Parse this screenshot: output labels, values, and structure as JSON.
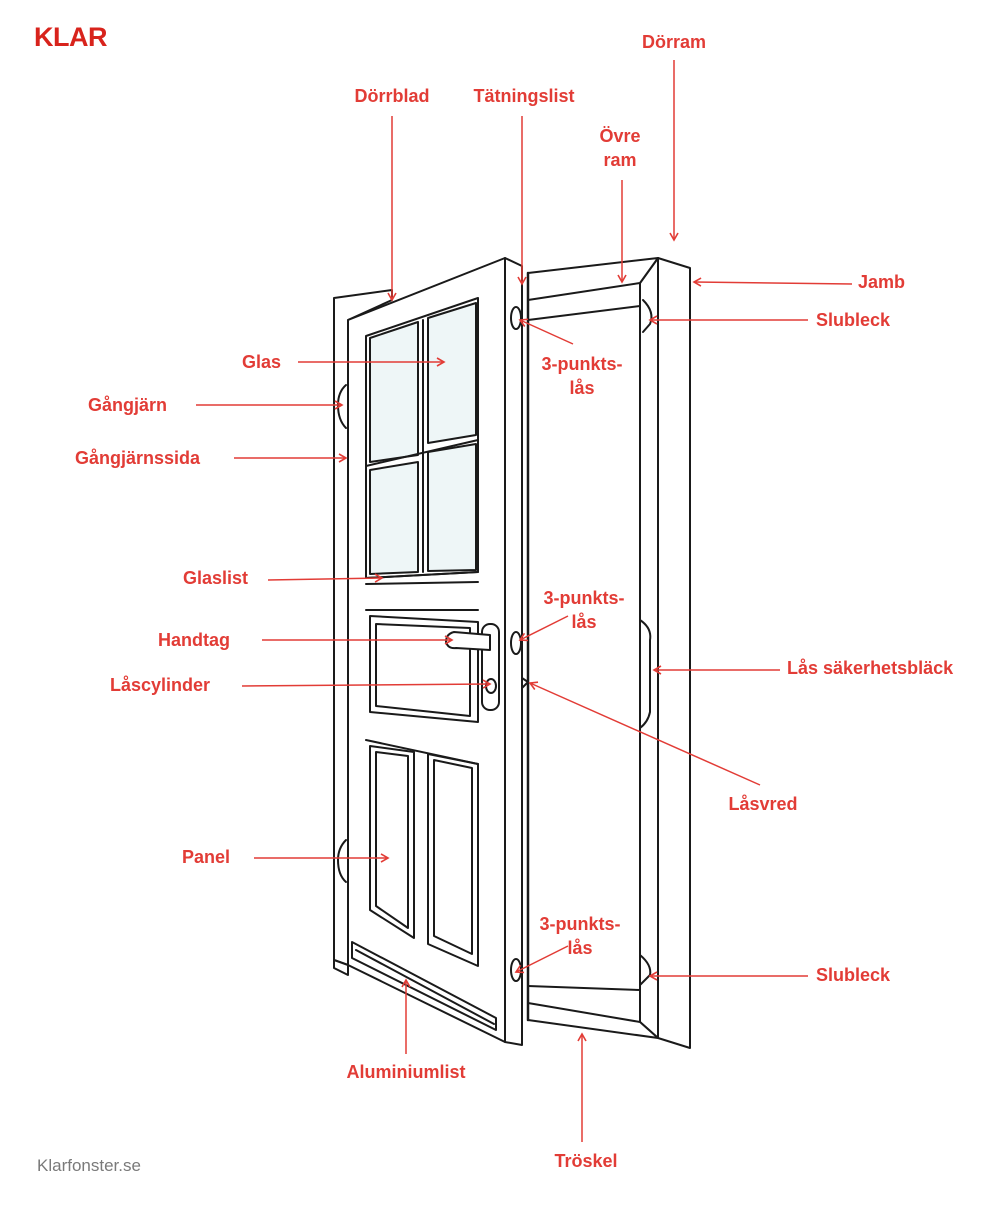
{
  "brand": {
    "logo": "KLAR",
    "site": "Klarfonster.se"
  },
  "accent_color": "#e23c36",
  "line_color": "#1a1a1a",
  "glass_color": "#eef6f7",
  "labels": {
    "dorrram": "Dörram",
    "dorrblad": "Dörrblad",
    "tatningslist": "Tätningslist",
    "ovre_ram_1": "Övre",
    "ovre_ram_2": "ram",
    "jamb": "Jamb",
    "slubleck_top": "Slubleck",
    "glas": "Glas",
    "gangjarn": "Gångjärn",
    "gangjarnssida": "Gångjärnssida",
    "punktlas_top_1": "3-punkts-",
    "punktlas_top_2": "lås",
    "glaslist": "Glaslist",
    "punktlas_mid_1": "3-punkts-",
    "punktlas_mid_2": "lås",
    "handtag": "Handtag",
    "las_sakerhetsblack": "Lås säkerhetsbläck",
    "lascylinder": "Låscylinder",
    "lasvred": "Låsvred",
    "panel": "Panel",
    "punktlas_bot_1": "3-punkts-",
    "punktlas_bot_2": "lås",
    "slubleck_bottom": "Slubleck",
    "aluminiumlist": "Aluminiumlist",
    "troskel": "Tröskel"
  }
}
